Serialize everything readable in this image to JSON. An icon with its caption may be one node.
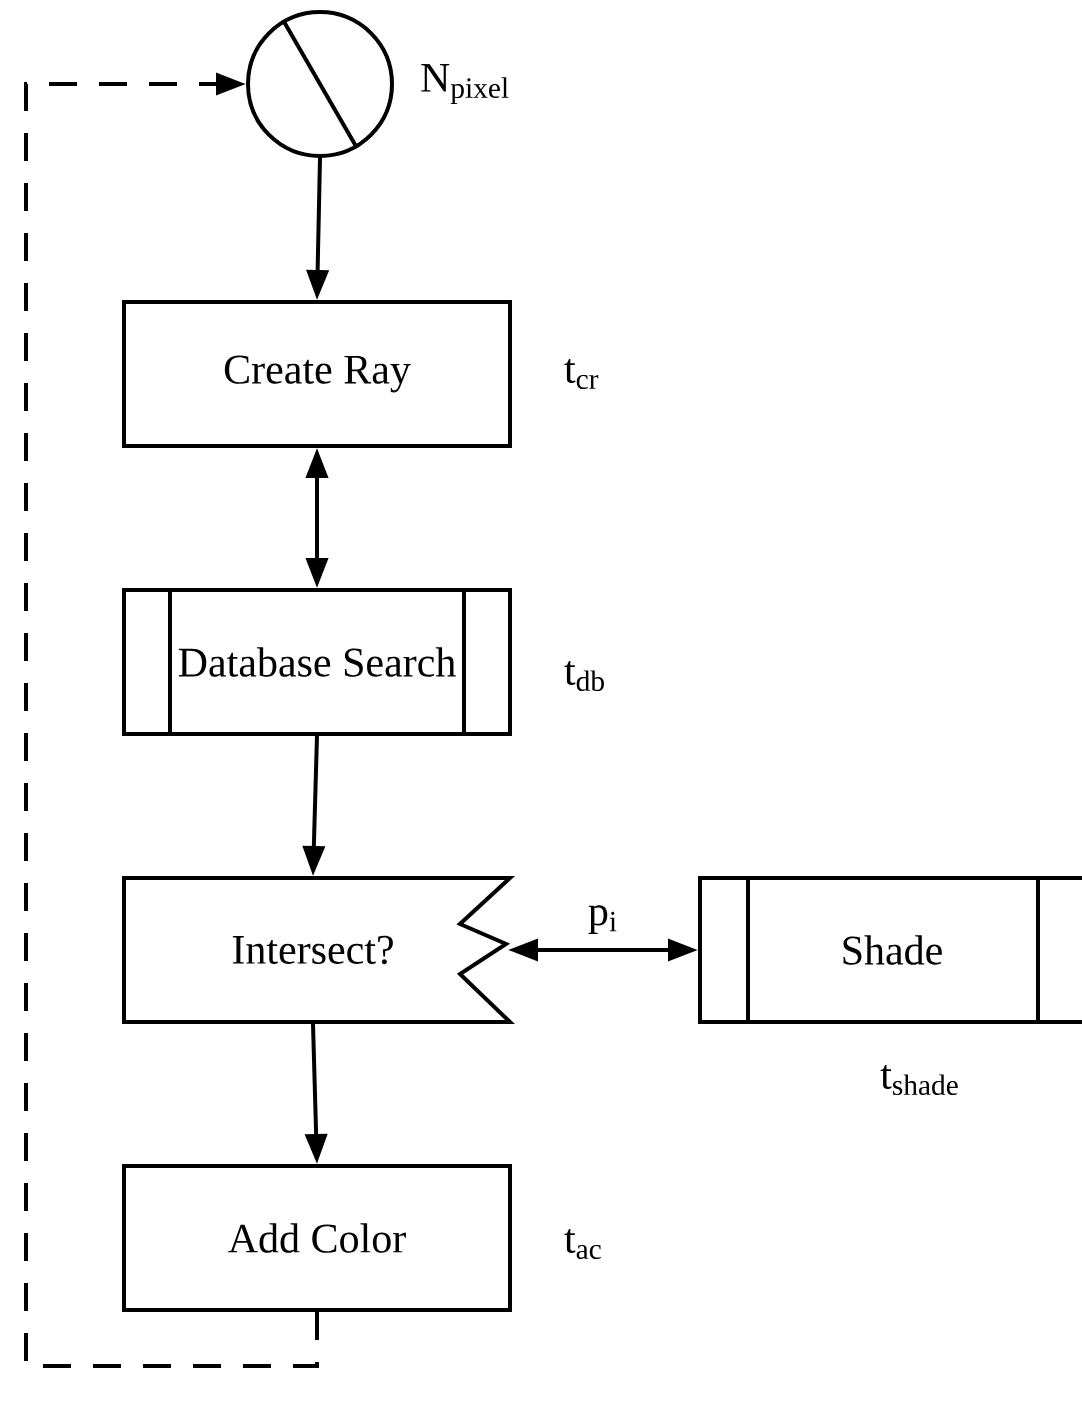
{
  "diagram": {
    "nodes": [
      {
        "text": [],
        "shape": "circle",
        "beside": [
          "N$_{pixel}$"
        ]
      },
      {
        "text": [
          "Create Ray"
        ],
        "beside": [
          "t$_{cr}$"
        ]
      },
      {
        "text": [
          "Database Search"
        ],
        "beside": [
          "t$_{db}$"
        ]
      },
      {
        "text": [
          "Intersect?"
        ]
      },
      {
        "text": [
          "Shade"
        ],
        "beside": [
          "t$_{shade}$"
        ]
      },
      {
        "text": [
          "Add Color"
        ],
        "beside": [
          "t$_{ac}$"
        ]
      }
    ],
    "edges": [
      {
        "from": 0,
        "to": 1,
        "arrow": "to"
      },
      {
        "from": 1,
        "to": 2,
        "arrow": "both"
      },
      {
        "from": 2,
        "to": 3,
        "arrow": "to"
      },
      {
        "from": 3,
        "to": 4,
        "arrow": "both",
        "label": "p$_{i}$"
      },
      {
        "from": 3,
        "to": 5,
        "arrow": "to"
      },
      {
        "from": 5,
        "to": 0,
        "arrow": "to",
        "style": "dashed"
      }
    ]
  }
}
